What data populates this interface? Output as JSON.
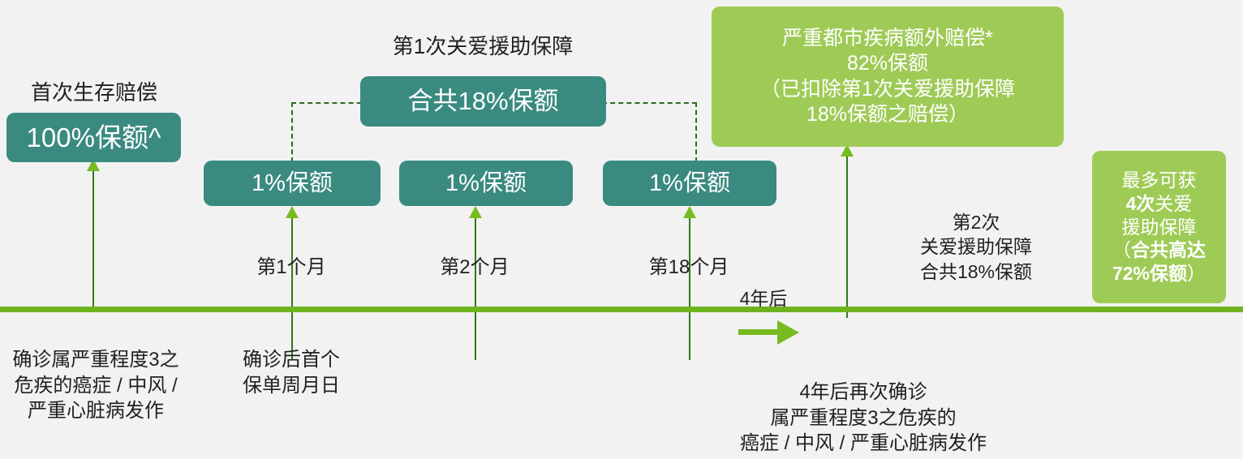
{
  "theme": {
    "background": "#f2f2f2",
    "teal": "#3a8a80",
    "green": "#9ecb56",
    "timeline_green": "#6cb31e",
    "arrow_green": "#77bc1f",
    "arrow_line": "#2f7a16",
    "dash_green": "#2d6b1f",
    "text_dark": "#231f20",
    "text_light": "#ffffff"
  },
  "headings": {
    "first_survival": "首次生存赔偿",
    "first_care_support": "第1次关爱援助保障"
  },
  "boxes": {
    "survival_payout": "100%保额^",
    "care_total": "合共18%保额",
    "monthly_1": "1%保额",
    "monthly_2": "1%保额",
    "monthly_3": "1%保额",
    "severe_urban": {
      "line1": "严重都市疾病额外赔偿*",
      "line2": "82%保额",
      "line3": "（已扣除第1次关爱援助保障",
      "line4": "18%保额之赔偿）"
    },
    "max_claims": {
      "line1": "最多可获",
      "line2_bold": "4次",
      "line2_rest": "关爱",
      "line3": "援助保障",
      "line4_paren_open": "（",
      "line4_bold": "合共高达",
      "line5_bold": "72%保额",
      "line5_paren_close": "）"
    }
  },
  "timeline_labels": {
    "month_1": "第1个月",
    "month_2": "第2个月",
    "month_18": "第18个月",
    "after_4_years": "4年后"
  },
  "annotations": {
    "second_care": {
      "line1": "第2次",
      "line2": "关爱援助保障",
      "line3": "合共18%保额"
    },
    "bottom_left": {
      "line1": "确诊属严重程度3之",
      "line2": "危疾的癌症 / 中风 /",
      "line3": "严重心脏病发作"
    },
    "bottom_first_policy": {
      "line1": "确诊后首个",
      "line2": "保单周月日"
    },
    "bottom_rediagnosis": {
      "line1": "4年后再次确诊",
      "line2": "属严重程度3之危疾的",
      "line3": "癌症 / 中风 / 严重心脏病发作"
    }
  }
}
